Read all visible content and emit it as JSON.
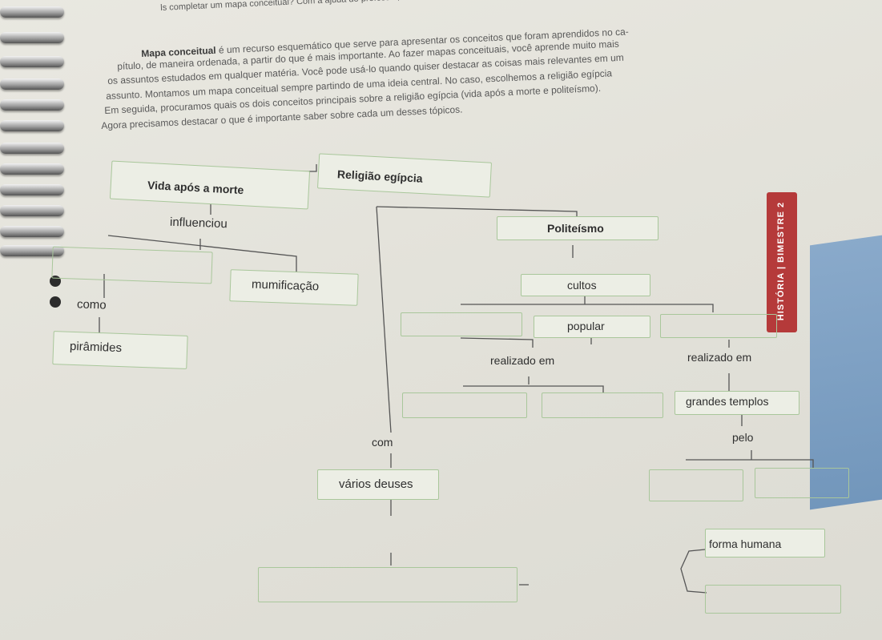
{
  "intro": {
    "prompt": "ls completar um mapa conceitual? Com a ajuda do professor, termine o mapa abaixo, preenchendo o que falta.",
    "lines": [
      {
        "bold": "Mapa conceitual",
        "text": " é um recurso esquemático que serve para apresentar os conceitos que foram aprendidos no ca-"
      },
      {
        "bold": "",
        "text": "pítulo, de maneira ordenada, a partir do que é mais importante. Ao fazer mapas conceituais, você aprende muito mais"
      },
      {
        "bold": "",
        "text": "os assuntos estudados em qualquer matéria. Você pode usá-lo quando quiser destacar as coisas mais relevantes em um"
      },
      {
        "bold": "",
        "text": "assunto. Montamos um mapa conceitual sempre partindo de uma ideia central. No caso, escolhemos a religião egípcia"
      },
      {
        "bold": "",
        "text": "Em seguida, procuramos quais os dois conceitos principais sobre a religião egípcia (vida após a morte e politeísmo)."
      },
      {
        "bold": "",
        "text": "Agora precisamos destacar o que é importante saber sobre cada um desses tópicos."
      }
    ]
  },
  "side_tab": "HISTÓRIA | BIMESTRE 2",
  "map": {
    "root": "Religião egípcia",
    "left_branch": {
      "concept": "Vida após a morte",
      "link1": "influenciou",
      "node_mumification": "mumificação",
      "link_como": "como",
      "node_pyramids": "pirâmides"
    },
    "right_branch": {
      "concept": "Politeísmo",
      "node_cultos": "cultos",
      "node_popular": "popular",
      "link_realizado_1": "realizado em",
      "link_realizado_2": "realizado em",
      "node_temples": "grandes templos",
      "link_com": "com",
      "node_gods": "vários deuses",
      "link_pelo": "pelo",
      "node_human": "forma humana"
    }
  }
}
